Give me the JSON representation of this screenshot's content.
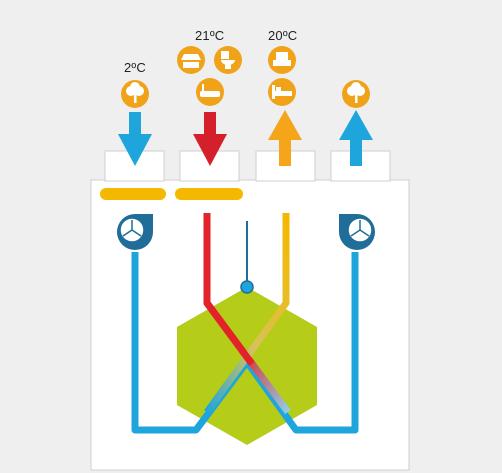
{
  "temperatures": {
    "outdoor_fresh": "2ºC",
    "indoor_extract": "21ºC",
    "supply_air": "20ºC"
  },
  "icons": {
    "outdoor_fresh": "tree-icon",
    "indoor_kitchen": "cooker-hood-icon",
    "indoor_wc": "toilet-icon",
    "indoor_bath": "bathtub-icon",
    "supply_living": "armchair-icon",
    "supply_bedroom": "bed-icon",
    "exhaust_outdoor": "tree-icon"
  },
  "colors": {
    "background": "#efefef",
    "panel": "#ffffff",
    "cold": "#1ea6dc",
    "warm": "#e3232a",
    "tempered": "#f5b800",
    "core": "#b5cc19",
    "icon_badge": "#f0a319",
    "fan": "#1f6d98"
  }
}
